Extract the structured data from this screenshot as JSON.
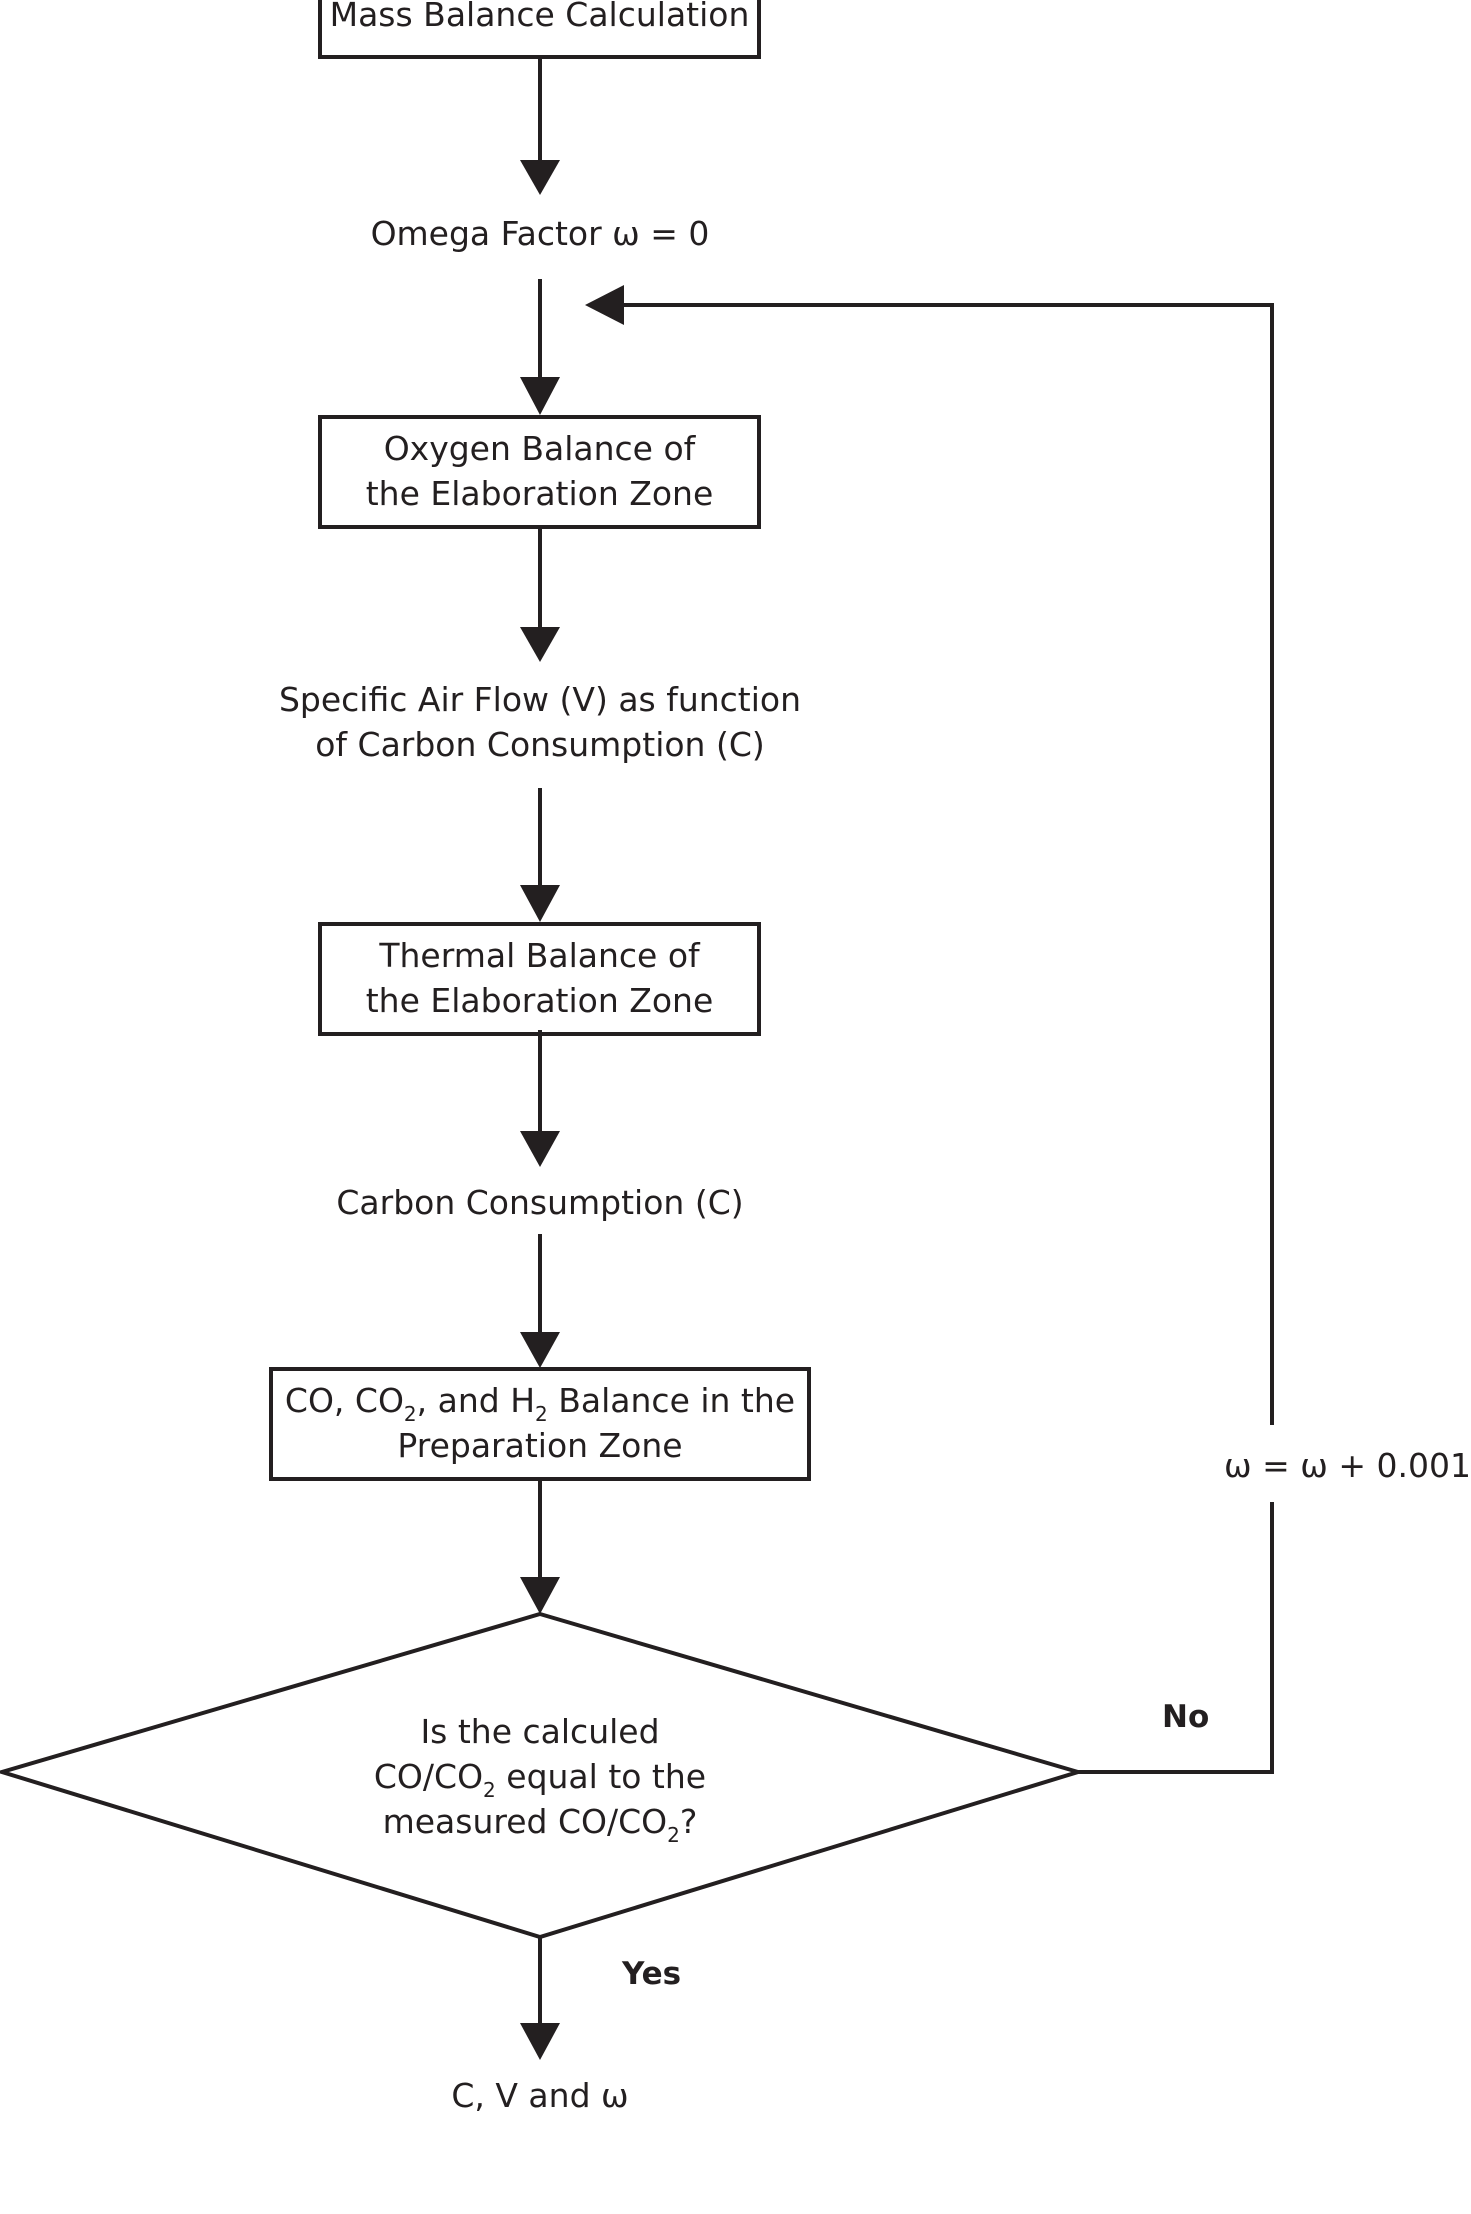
{
  "flowchart": {
    "start": "Mass Balance Calculation",
    "omega_init": "Omega Factor ω = 0",
    "oxygen_balance": {
      "line1": "Oxygen Balance of",
      "line2": "the Elaboration Zone"
    },
    "air_flow": {
      "line1": "Specific Air Flow (V) as function",
      "line2": "of Carbon Consumption (C)"
    },
    "thermal_balance": {
      "line1": "Thermal Balance of",
      "line2": "the Elaboration Zone"
    },
    "carbon_consumption": "Carbon Consumption (C)",
    "gas_balance": {
      "line1_part1": "CO, CO",
      "line1_sub1": "2",
      "line1_part2": ", and H",
      "line1_sub2": "2",
      "line1_part3": " Balance in the",
      "line2": "Preparation Zone"
    },
    "decision": {
      "line1": "Is the calculed",
      "line2_part1": "CO/CO",
      "line2_sub": "2",
      "line2_part2": " equal to the",
      "line3_part1": "measured CO/CO",
      "line3_sub": "2",
      "line3_part2": "?"
    },
    "no_label": "No",
    "yes_label": "Yes",
    "increment": "ω = ω + 0.001",
    "result": "C, V and ω"
  },
  "colors": {
    "stroke": "#231f20",
    "background": "#ffffff"
  }
}
